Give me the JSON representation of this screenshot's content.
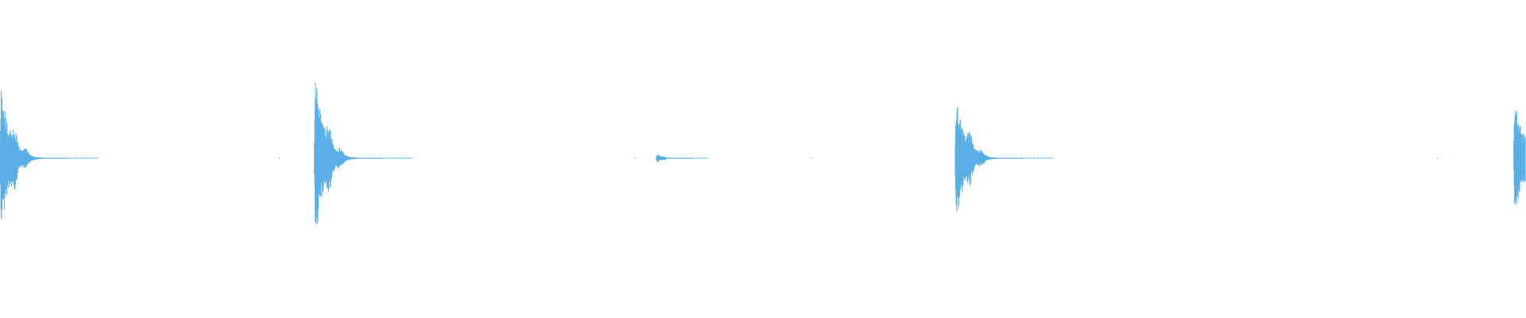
{
  "waveform": {
    "color": "#5aaee6",
    "background": "#ffffff",
    "transients": [
      {
        "time": 0.0,
        "peak_amplitude": 0.72
      },
      {
        "time": 0.206,
        "peak_amplitude": 0.79
      },
      {
        "time": 0.43,
        "peak_amplitude": 0.05
      },
      {
        "time": 0.626,
        "peak_amplitude": 0.63
      },
      {
        "time": 0.992,
        "peak_amplitude": 0.6
      }
    ],
    "specks": [
      0.183,
      0.416,
      0.532,
      0.942
    ]
  }
}
